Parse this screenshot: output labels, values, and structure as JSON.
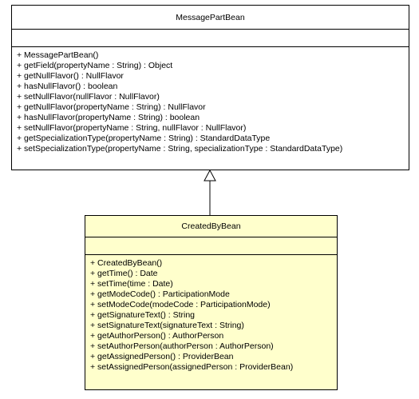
{
  "parent_class": {
    "name": "MessagePartBean",
    "attributes": [],
    "operations": [
      "+ MessagePartBean()",
      "+ getField(propertyName : String) : Object",
      "+ getNullFlavor() : NullFlavor",
      "+ hasNullFlavor() : boolean",
      "+ setNullFlavor(nullFlavor : NullFlavor)",
      "+ getNullFlavor(propertyName : String) : NullFlavor",
      "+ hasNullFlavor(propertyName : String) : boolean",
      "+ setNullFlavor(propertyName : String, nullFlavor : NullFlavor)",
      "+ getSpecializationType(propertyName : String) : StandardDataType",
      "+ setSpecializationType(propertyName : String, specializationType : StandardDataType)"
    ],
    "fill_color": "#ffffff"
  },
  "child_class": {
    "name": "CreatedByBean",
    "attributes": [],
    "operations": [
      "+ CreatedByBean()",
      "+ getTime() : Date",
      "+ setTime(time : Date)",
      "+ getModeCode() : ParticipationMode",
      "+ setModeCode(modeCode : ParticipationMode)",
      "+ getSignatureText() : String",
      "+ setSignatureText(signatureText : String)",
      "+ getAuthorPerson() : AuthorPerson",
      "+ setAuthorPerson(authorPerson : AuthorPerson)",
      "+ getAssignedPerson() : ProviderBean",
      "+ setAssignedPerson(assignedPerson : ProviderBean)"
    ],
    "fill_color": "#ffffcc"
  },
  "relationship": {
    "type": "generalization",
    "from": "CreatedByBean",
    "to": "MessagePartBean",
    "arrowhead": "hollow-triangle"
  }
}
